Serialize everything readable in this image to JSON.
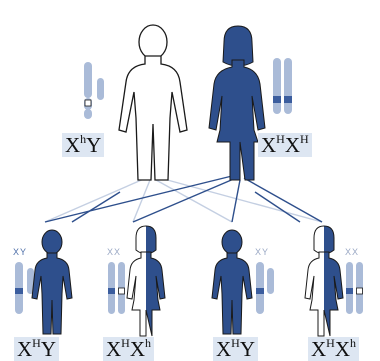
{
  "colors": {
    "affected": "#2e4f8c",
    "unaffected_fill": "#ffffff",
    "outline": "#1a1a1a",
    "chromosome_light": "#aabbd8",
    "chromosome_dark": "#3b5d9e",
    "chromosome_outline": "#b8c4d8",
    "cross_lines": "#2e4f8c",
    "cross_lines_light": "#c4cfe2",
    "label_bg": "#dde6f2"
  },
  "parents": {
    "father": {
      "status": "unaffected",
      "genotype": {
        "base1": "X",
        "sup1": "h",
        "base2": "Y",
        "sup2": ""
      }
    },
    "mother": {
      "status": "affected",
      "genotype": {
        "base1": "X",
        "sup1": "H",
        "base2": "X",
        "sup2": "H"
      }
    }
  },
  "children": [
    {
      "sex": "male",
      "status": "affected",
      "chrom_label": "XY",
      "genotype": {
        "base1": "X",
        "sup1": "H",
        "base2": "Y",
        "sup2": ""
      }
    },
    {
      "sex": "female",
      "status": "carrier",
      "chrom_label": "XX",
      "genotype": {
        "base1": "X",
        "sup1": "H",
        "base2": "X",
        "sup2": "h"
      }
    },
    {
      "sex": "male",
      "status": "affected",
      "chrom_label": "XY",
      "genotype": {
        "base1": "X",
        "sup1": "H",
        "base2": "Y",
        "sup2": ""
      }
    },
    {
      "sex": "female",
      "status": "carrier",
      "chrom_label": "XX",
      "genotype": {
        "base1": "X",
        "sup1": "H",
        "base2": "X",
        "sup2": "h"
      }
    }
  ]
}
